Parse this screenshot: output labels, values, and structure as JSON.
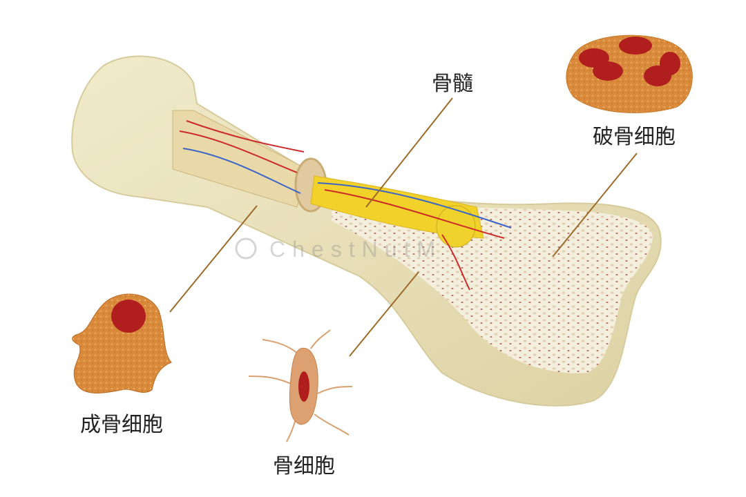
{
  "labels": {
    "bone_marrow": "骨髓",
    "osteoclast": "破骨细胞",
    "osteoblast": "成骨细胞",
    "osteocyte": "骨细胞"
  },
  "watermark": "ChestNutM",
  "colors": {
    "bone": "#ece4bf",
    "marrow": "#f2d22a",
    "leader_line": "#9c6a2a",
    "nucleus": "#b01e1e",
    "cell_body": "#d98a3a",
    "artery": "#cc2a2a",
    "vein": "#3a64c8"
  }
}
